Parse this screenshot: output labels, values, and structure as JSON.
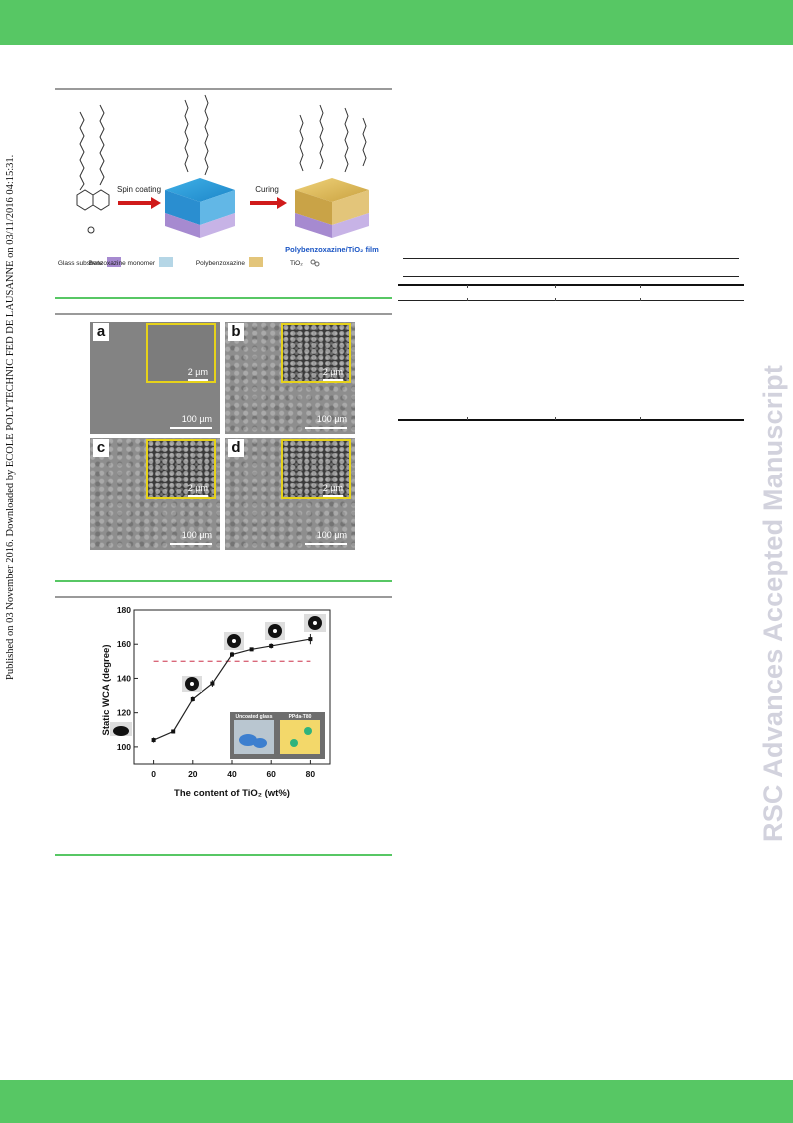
{
  "side_note": "Published on 03 November 2016. Downloaded by ECOLE POLYTECHNIC FED DE LAUSANNE on 03/11/2016 04:15:31.",
  "watermark": "RSC Advances Accepted Manuscript",
  "scheme": {
    "steps": [
      "Spin coating",
      "Curing"
    ],
    "film_label": "Polybenzoxazine/TiO₂ film",
    "legend": [
      "Glass substrate",
      "Benzoxazine monomer",
      "Polybenzoxazine",
      "TiO₂"
    ]
  },
  "sem": {
    "panels": [
      {
        "letter": "a",
        "inset_scale": "2 µm",
        "scale": "100 µm"
      },
      {
        "letter": "b",
        "inset_scale": "2 µm",
        "scale": "100 µm"
      },
      {
        "letter": "c",
        "inset_scale": "2 µm",
        "scale": "100 µm"
      },
      {
        "letter": "d",
        "inset_scale": "2 µm",
        "scale": "100 µm"
      }
    ]
  },
  "chart_data": {
    "type": "line",
    "xlabel": "The content of TiO₂ (wt%)",
    "ylabel": "Static WCA (degree)",
    "xlim": [
      -10,
      90
    ],
    "ylim": [
      90,
      180
    ],
    "xticks": [
      0,
      20,
      40,
      60,
      80
    ],
    "yticks": [
      100,
      120,
      140,
      160,
      180
    ],
    "series": [
      {
        "x": [
          0,
          10,
          20,
          30,
          40,
          50,
          60,
          80
        ],
        "y": [
          104,
          109,
          128,
          137,
          154,
          157,
          159,
          163
        ],
        "err": [
          1.5,
          1,
          1.5,
          2,
          1.5,
          1,
          1.5,
          3
        ]
      }
    ],
    "reference_line": {
      "y": 150,
      "color": "#d9687a"
    },
    "photo_labels": [
      "Uncoated glass",
      "PPda-T80"
    ],
    "grid": false
  }
}
